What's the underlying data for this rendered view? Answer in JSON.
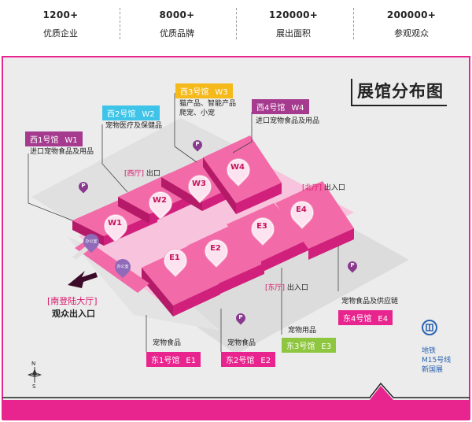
{
  "stats": [
    {
      "value": "1200+",
      "label": "优质企业"
    },
    {
      "value": "8000+",
      "label": "优质品牌"
    },
    {
      "value": "120000+",
      "label": "展出面积"
    },
    {
      "value": "200000+",
      "label": "参观观众"
    }
  ],
  "map": {
    "title": "展馆分布图",
    "colors": {
      "magenta": "#e8248e",
      "pink": "#f26aa8",
      "west1": "#a53a8e",
      "west2": "#3ec4e8",
      "west3": "#f5b91a",
      "west4": "#a53a8e",
      "east3": "#8fc63f",
      "bracket": "#d9156a"
    },
    "halls": {
      "w1": {
        "name": "西1号馆",
        "code": "W1",
        "desc": "进口宠物食品及用品"
      },
      "w2": {
        "name": "西2号馆",
        "code": "W2",
        "desc": "宠物医疗及保健品"
      },
      "w3": {
        "name": "西3号馆",
        "code": "W3",
        "desc": "猫产品、智能产品 爬宠、小宠"
      },
      "w4": {
        "name": "西4号馆",
        "code": "W4",
        "desc": "进口宠物食品及用品"
      },
      "e1": {
        "name": "东1号馆",
        "code": "E1",
        "desc": "宠物食品"
      },
      "e2": {
        "name": "东2号馆",
        "code": "E2",
        "desc": "宠物食品"
      },
      "e3": {
        "name": "东3号馆",
        "code": "E3",
        "desc": "宠物用品"
      },
      "e4": {
        "name": "东4号馆",
        "code": "E4",
        "desc": "宠物食品及供应链"
      }
    },
    "pins": {
      "w1": "W1",
      "w2": "W2",
      "w3": "W3",
      "w4": "W4",
      "e1": "E1",
      "e2": "E2",
      "e3": "E3",
      "e4": "E4"
    },
    "exits": {
      "west_hall_name": "西厅",
      "west_hall_text": "出口",
      "north_hall_name": "北厅",
      "north_hall_text": "出入口",
      "east_hall_name": "东厅",
      "east_hall_text": "出入口"
    },
    "main_entrance": {
      "name": "南登陆大厅",
      "text": "观众出入口"
    },
    "office_label": "办公室",
    "parking_label": "P",
    "compass": {
      "n": "N",
      "s": "S"
    },
    "metro": {
      "line1": "地铁",
      "line2": "M15号线",
      "line3": "新国展"
    }
  }
}
